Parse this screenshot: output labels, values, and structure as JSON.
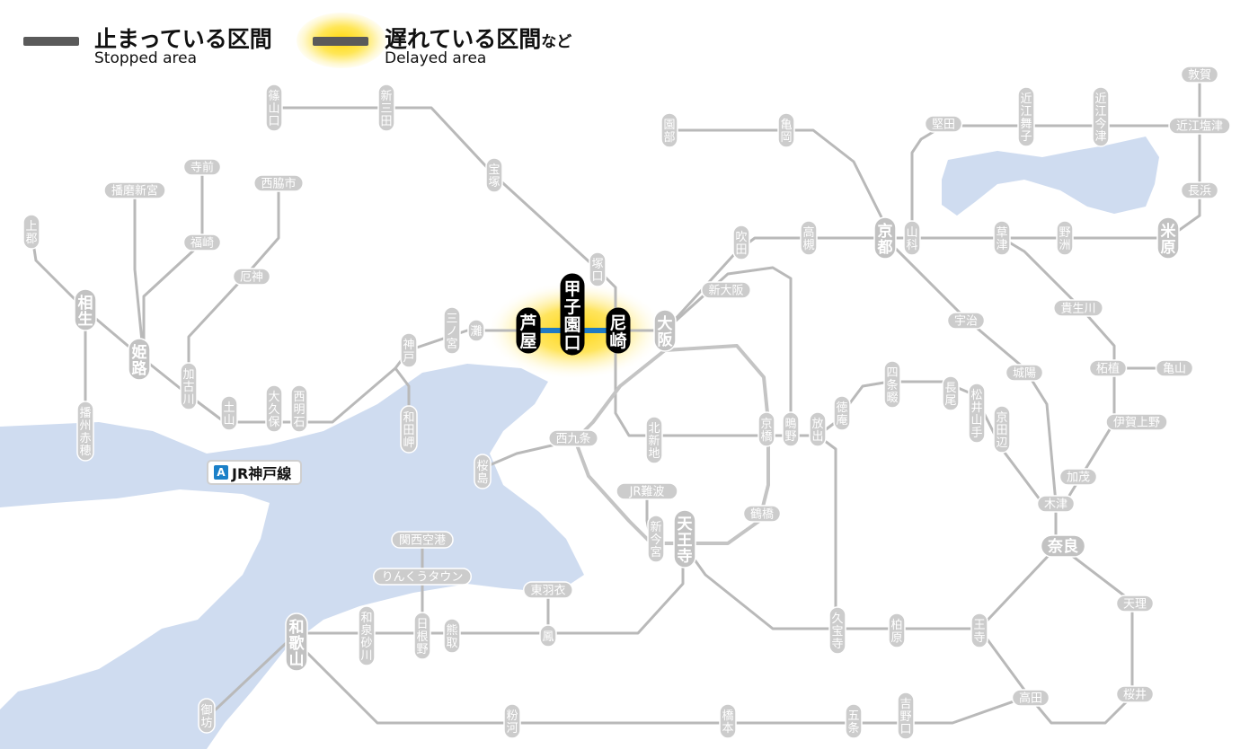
{
  "legend": {
    "stopped": {
      "label_ja": "止まっている区間",
      "label_en": "Stopped area"
    },
    "delayed": {
      "label_ja": "遅れている区間",
      "label_ja_suffix": "など",
      "label_en": "Delayed area"
    }
  },
  "line_badge": {
    "letter": "A",
    "name": "JR神戸線"
  },
  "colors": {
    "line": "#b9b9b9",
    "station_fill": "#cccccc",
    "major_station_fill": "#c2c2c2",
    "affected_station_fill": "#000000",
    "affected_segment": "#1f7ac4",
    "delay_glow": "#ffd700",
    "water": "#cfdcf0",
    "badge": "#1b80c8",
    "stopped_bar": "#5a5a5a"
  },
  "stations": {
    "sasayamaguchi": "篠山口",
    "shinsanda": "新三田",
    "takarazuka": "宝塚",
    "tsukaguchi": "塚口",
    "ashiya": "芦屋",
    "koshienguchi": "甲子園口",
    "amagasaki": "尼崎",
    "osaka": "大阪",
    "sannomiya": "三ノ宮",
    "nada": "灘",
    "kobe": "神戸",
    "wadamisaki": "和田岬",
    "nishiakashi": "西明石",
    "okubo": "大久保",
    "dobayama": "土山",
    "kakogawa": "加古川",
    "himeji": "姫路",
    "aioi": "相生",
    "kamigori": "上郡",
    "banshuako": "播州赤穂",
    "harimashingu": "播磨新宮",
    "teramae": "寺前",
    "fukusaki": "福崎",
    "nishiwakishi": "西脇市",
    "yashiro": "厄神",
    "sonobe": "園部",
    "kameoka": "亀岡",
    "kyoto": "京都",
    "yamashina": "山科",
    "katata": "堅田",
    "omimaiko": "近江舞子",
    "omiimazu": "近江今津",
    "omishiotsu": "近江塩津",
    "tsuruga": "敦賀",
    "nagahama": "長浜",
    "maibara": "米原",
    "kusatsu": "草津",
    "yasu": "野洲",
    "takatsuki": "高槻",
    "suita": "吹田",
    "shinosaka": "新大阪",
    "uji": "宇治",
    "kibukawa": "貴生川",
    "tsuge": "柘植",
    "kameyama": "亀山",
    "igaueno": "伊賀上野",
    "joyo": "城陽",
    "shijonawate": "四条畷",
    "nagao": "長尾",
    "matsuiyamate": "松井山手",
    "kyotanabe": "京田辺",
    "kamo": "加茂",
    "kizu": "木津",
    "nara": "奈良",
    "tenri": "天理",
    "sakurai": "桜井",
    "takada": "高田",
    "oji": "王寺",
    "kashiwara": "柏原",
    "kyuhoji": "久宝寺",
    "hanaten": "放出",
    "shigino": "鴫野",
    "kyobashi": "京橋",
    "kitashinchi": "北新地",
    "tokuan": "徳庵",
    "nishikujo": "西九条",
    "sakurajima": "桜島",
    "jrnamba": "JR難波",
    "shinimamiya": "新今宮",
    "tennoji": "天王寺",
    "tsuruhashi": "鶴橋",
    "kansaiairport": "関西空港",
    "rinkutown": "りんくうタウン",
    "higashihagoromo": "東羽衣",
    "otori": "鳳",
    "hineno": "日根野",
    "kumatori": "熊取",
    "izumisunagawa": "和泉砂川",
    "wakayama": "和歌山",
    "gobo": "御坊",
    "kokawa": "粉河",
    "hashimoto": "橋本",
    "gojo": "五条",
    "yoshinoguchi": "吉野口"
  }
}
